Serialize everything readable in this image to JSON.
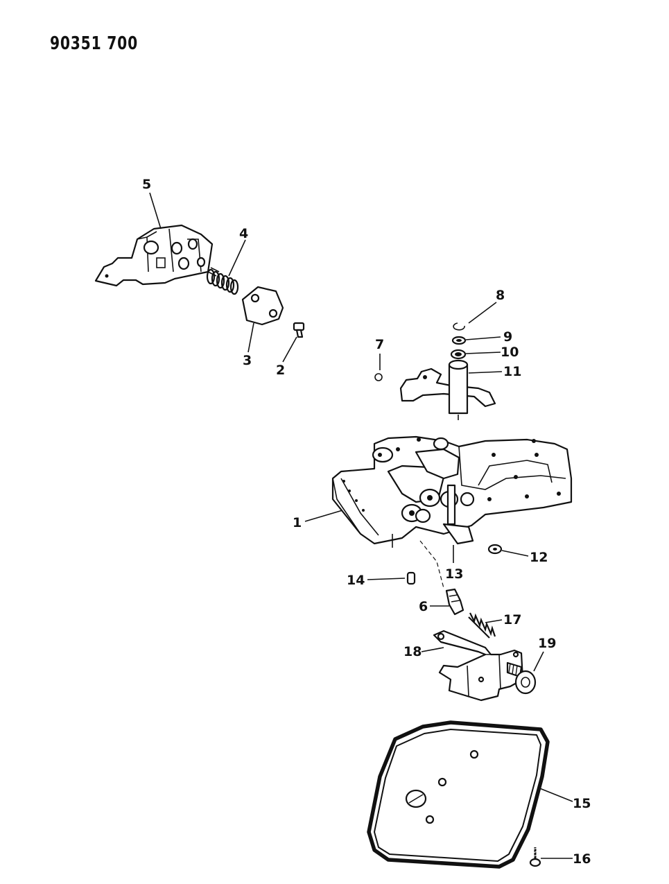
{
  "diagram_number": "90351 700",
  "callouts": {
    "c1": "1",
    "c2": "2",
    "c3": "3",
    "c4": "4",
    "c5": "5",
    "c6": "6",
    "c7": "7",
    "c8": "8",
    "c9": "9",
    "c10": "10",
    "c11": "11",
    "c12": "12",
    "c13": "13",
    "c14": "14",
    "c15": "15",
    "c16": "16",
    "c17": "17",
    "c18": "18",
    "c19": "19"
  }
}
